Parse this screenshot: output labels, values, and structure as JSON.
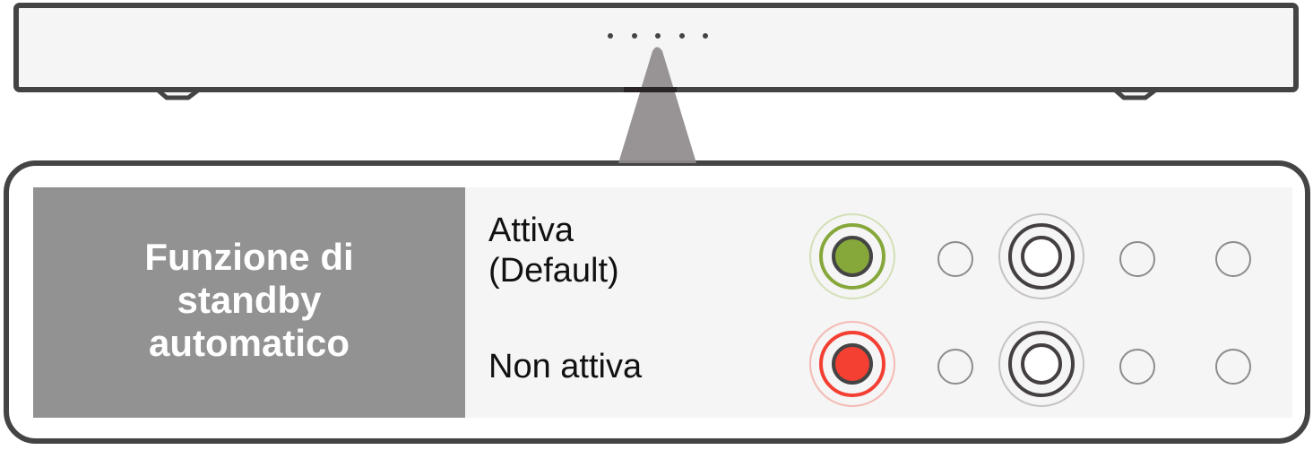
{
  "device": {
    "name": "soundbar",
    "indicator_dots": 5,
    "colors": {
      "frame": "#444444",
      "body": "#f5f5f5",
      "beam": "#8f8a8b"
    }
  },
  "panel": {
    "title_lines": [
      "Funzione di",
      "standby",
      "automatico"
    ],
    "title_bg": "#929292",
    "options": [
      {
        "label_lines": [
          "Attiva",
          "(Default)"
        ],
        "indicators": [
          {
            "type": "lit",
            "color": "#86a83a",
            "halo": "#d4e0b8",
            "state": "on"
          },
          {
            "type": "off",
            "state": "off"
          },
          {
            "type": "steady-white",
            "state": "on"
          },
          {
            "type": "off",
            "state": "off"
          },
          {
            "type": "off",
            "state": "off"
          }
        ]
      },
      {
        "label_lines": [
          "Non attiva"
        ],
        "indicators": [
          {
            "type": "lit",
            "color": "#f43f33",
            "halo": "#f5b9b4",
            "state": "on"
          },
          {
            "type": "off",
            "state": "off"
          },
          {
            "type": "steady-white",
            "state": "on"
          },
          {
            "type": "off",
            "state": "off"
          },
          {
            "type": "off",
            "state": "off"
          }
        ]
      }
    ]
  }
}
